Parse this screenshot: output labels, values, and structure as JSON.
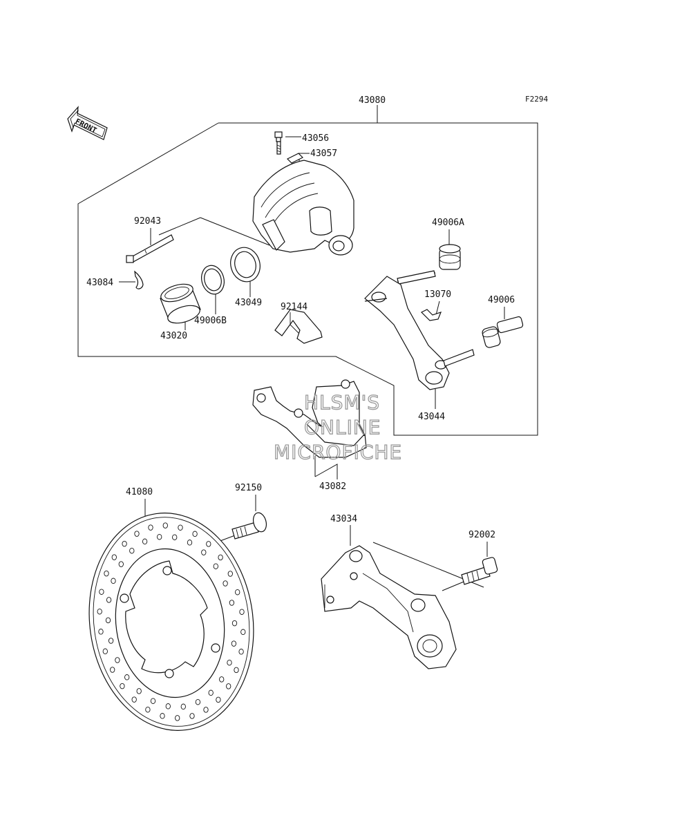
{
  "figure_code": "F2294",
  "front_arrow_label": "FRONT",
  "watermark": {
    "line1": "HLSM'S",
    "line2": "ONLINE",
    "line3": "MICROFICHE"
  },
  "parts": {
    "p43080": "43080",
    "p43056": "43056",
    "p43057": "43057",
    "p92043": "92043",
    "p49006A": "49006A",
    "p43084": "43084",
    "p92144": "92144",
    "p13070": "13070",
    "p49006": "49006",
    "p43049": "43049",
    "p49006B": "49006B",
    "p43020": "43020",
    "p43044": "43044",
    "p43082": "43082",
    "p41080": "41080",
    "p92150": "92150",
    "p43034": "43034",
    "p92002": "92002"
  }
}
